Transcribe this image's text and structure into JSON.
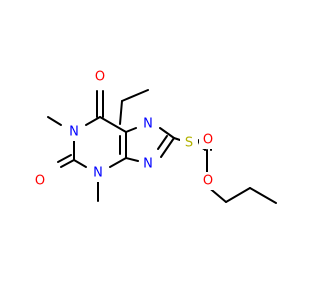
{
  "molecule": {
    "colors": {
      "carbon": "#000000",
      "nitrogen": "#0000ff",
      "oxygen": "#ff0000",
      "sulfur": "#b2b200"
    },
    "atoms": [
      {
        "id": "o6",
        "symbol": "O",
        "element": "oxygen"
      },
      {
        "id": "n1",
        "symbol": "N",
        "element": "nitrogen"
      },
      {
        "id": "o2",
        "symbol": "O",
        "element": "oxygen"
      },
      {
        "id": "n3",
        "symbol": "N",
        "element": "nitrogen"
      },
      {
        "id": "n7",
        "symbol": "N",
        "element": "nitrogen"
      },
      {
        "id": "n9",
        "symbol": "N",
        "element": "nitrogen"
      },
      {
        "id": "s",
        "symbol": "S",
        "element": "sulfur"
      },
      {
        "id": "o_co",
        "symbol": "O",
        "element": "oxygen"
      },
      {
        "id": "o_et",
        "symbol": "O",
        "element": "oxygen"
      }
    ]
  }
}
